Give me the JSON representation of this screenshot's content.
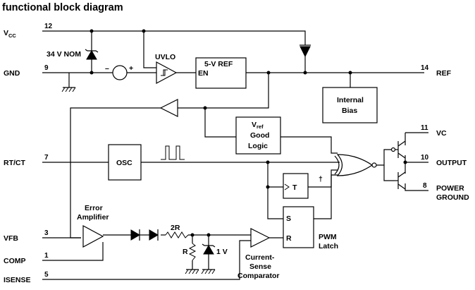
{
  "title": "functional block diagram",
  "pins": {
    "vcc": {
      "name": "V",
      "sub": "CC",
      "num": "12"
    },
    "gnd": {
      "name": "GND",
      "num": "9"
    },
    "rtct": {
      "name": "RT/CT",
      "num": "7"
    },
    "vfb": {
      "name": "VFB",
      "num": "3"
    },
    "comp": {
      "name": "COMP",
      "num": "1"
    },
    "isense": {
      "name": "ISENSE",
      "num": "5"
    },
    "ref": {
      "name": "REF",
      "num": "14"
    },
    "vc": {
      "name": "VC",
      "num": "11"
    },
    "output": {
      "name": "OUTPUT",
      "num": "10"
    },
    "pground": {
      "name1": "POWER",
      "name2": "GROUND",
      "num": "8"
    }
  },
  "blocks": {
    "uvlo": "UVLO",
    "en": "EN",
    "ref5v": "5-V REF",
    "internal_bias_1": "Internal",
    "internal_bias_2": "Bias",
    "vref_good_1": "V",
    "vref_good_sub": "ref",
    "vref_good_2": "Good",
    "vref_good_3": "Logic",
    "osc": "OSC",
    "toggle": "T",
    "toggle_mark": "†",
    "latch_s": "S",
    "latch_r": "R",
    "pwm_latch_1": "PWM",
    "pwm_latch_2": "Latch",
    "error_amp_1": "Error",
    "error_amp_2": "Amplifier",
    "cs_comp_1": "Current-",
    "cs_comp_2": "Sense",
    "cs_comp_3": "Comparator"
  },
  "components": {
    "zener_vcc": "34 V NOM",
    "minus": "–",
    "plus": "+",
    "res_2r": "2R",
    "res_r": "R",
    "zener_1v": "1 V"
  }
}
